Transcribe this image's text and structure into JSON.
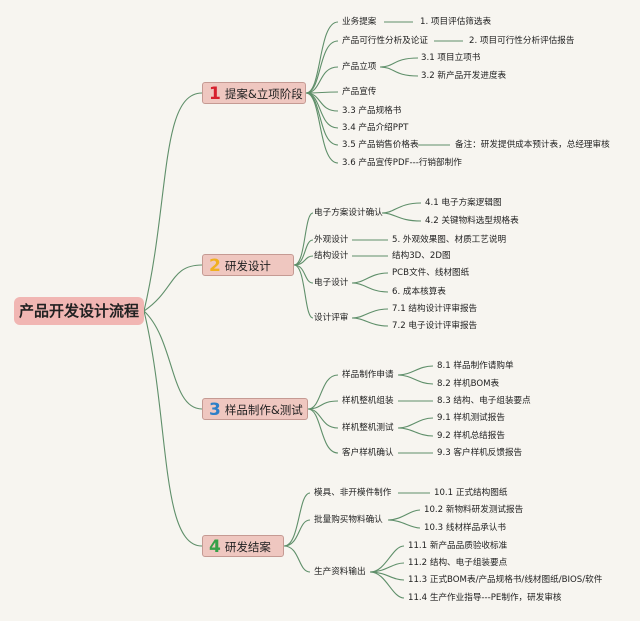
{
  "root": "产品开发设计流程",
  "colors": {
    "wire": "#5f8f6a",
    "b1": "#d6202e",
    "b2": "#f0b020",
    "b3": "#2d7fc8",
    "b4": "#35a048"
  },
  "branches": [
    {
      "num": "1",
      "label": "提案&立项阶段",
      "items": [
        {
          "text": "业务提案",
          "child": "1. 项目评估筛选表"
        },
        {
          "text": "产品可行性分析及论证",
          "child": "2. 项目可行性分析评估报告"
        },
        {
          "text": "产品立项",
          "children": [
            "3.1 项目立项书",
            "3.2 新产品开发进度表"
          ]
        },
        {
          "text": "产品宣传"
        },
        {
          "text": "3.3 产品规格书"
        },
        {
          "text": "3.4 产品介绍PPT"
        },
        {
          "text": "3.5 产品销售价格表",
          "child": "备注：研发提供成本预计表，总经理审核"
        },
        {
          "text": "3.6 产品宣传PDF---行销部制作"
        }
      ]
    },
    {
      "num": "2",
      "label": "研发设计",
      "items": [
        {
          "text": "电子方案设计确认",
          "children": [
            "4.1 电子方案逻辑图",
            "4.2 关键物料选型规格表"
          ]
        },
        {
          "text": "外观设计",
          "child": "5. 外观效果图、材质工艺说明"
        },
        {
          "text": "结构设计",
          "child": "结构3D、2D图"
        },
        {
          "text": "电子设计",
          "children": [
            "PCB文件、线材图纸",
            "6. 成本核算表"
          ]
        },
        {
          "text": "设计评审",
          "children": [
            "7.1 结构设计评审报告",
            "7.2 电子设计评审报告"
          ]
        }
      ]
    },
    {
      "num": "3",
      "label": "样品制作&测试",
      "items": [
        {
          "text": "样品制作申请",
          "children": [
            "8.1 样品制作请购单",
            "8.2 样机BOM表"
          ]
        },
        {
          "text": "样机整机组装",
          "child": "8.3 结构、电子组装要点"
        },
        {
          "text": "样机整机测试",
          "children": [
            "9.1 样机测试报告",
            "9.2 样机总结报告"
          ]
        },
        {
          "text": "客户样机确认",
          "child": "9.3 客户样机反馈报告"
        }
      ]
    },
    {
      "num": "4",
      "label": "研发结案",
      "items": [
        {
          "text": "模具、非开模件制作",
          "child": "10.1 正式结构图纸"
        },
        {
          "text": "批量购买物料确认",
          "children": [
            "10.2 新物料研发测试报告",
            "10.3 线材样品承认书"
          ]
        },
        {
          "text": "生产资料输出",
          "children": [
            "11.1 新产品品质验收标准",
            "11.2 结构、电子组装要点",
            "11.3 正式BOM表/产品规格书/线材图纸/BIOS/软件",
            "11.4 生产作业指导---PE制作，研发审核"
          ]
        }
      ]
    }
  ]
}
